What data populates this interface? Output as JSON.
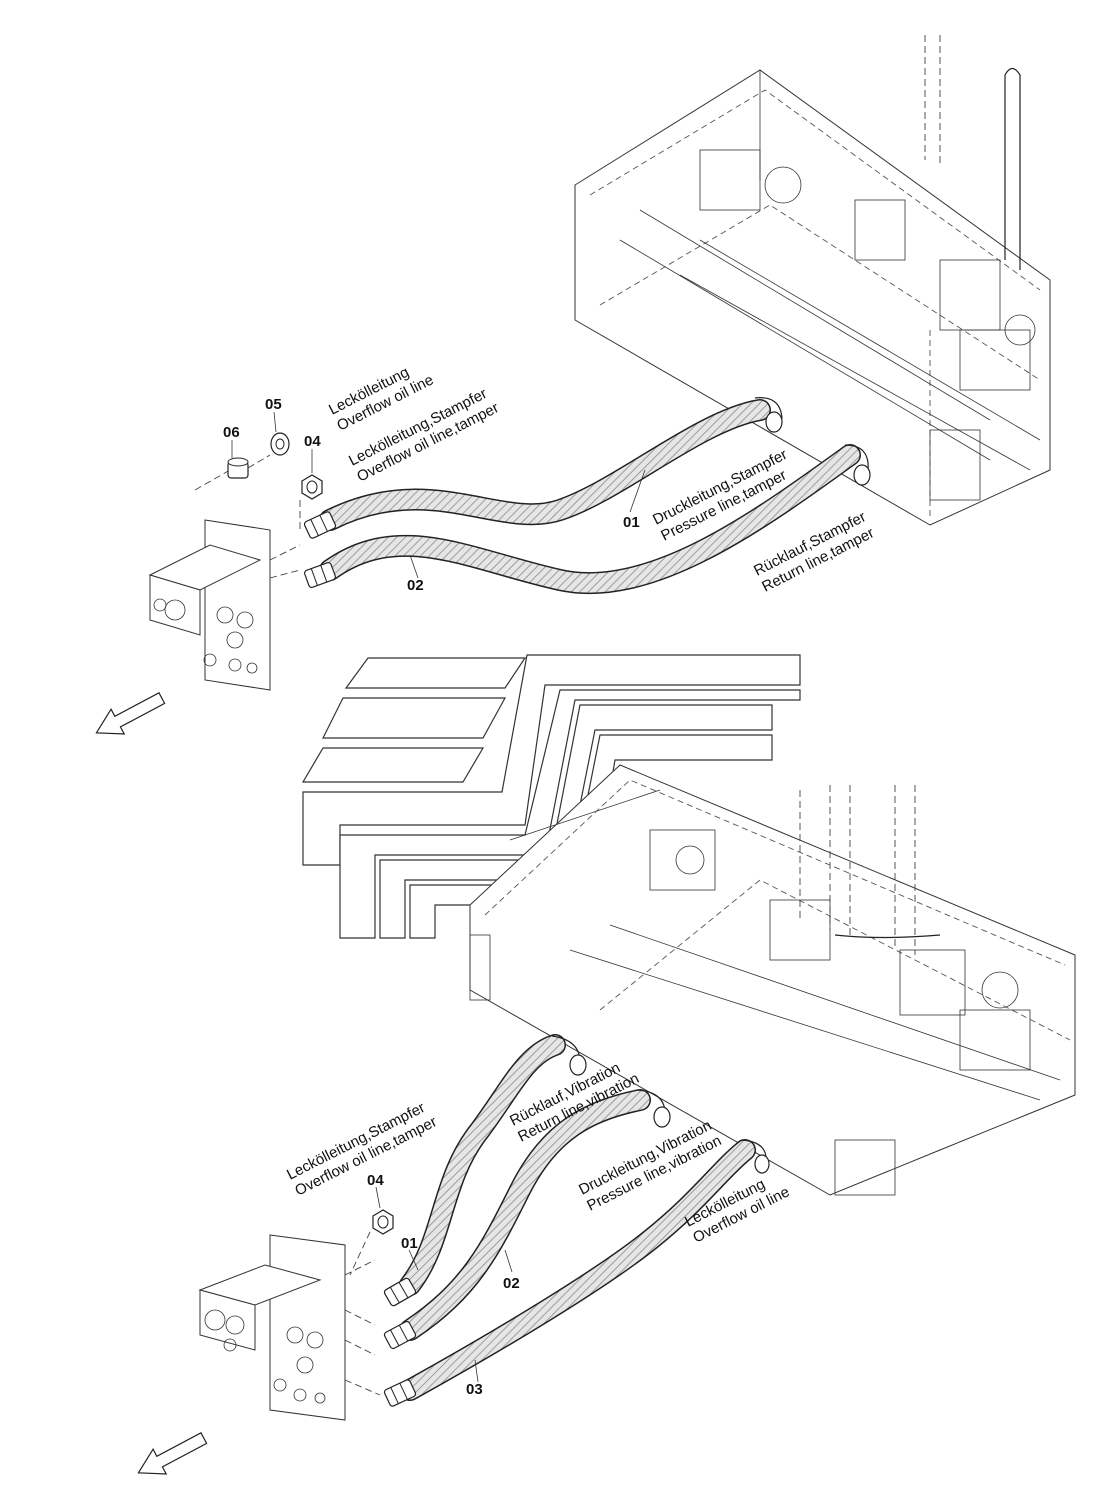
{
  "top_section": {
    "callouts": {
      "item_06": "06",
      "item_05": "05",
      "item_04": "04",
      "item_01": "01",
      "item_02": "02"
    },
    "labels": {
      "overflow_de": "Leckölleitung",
      "overflow_en": "Overflow oil line",
      "overflow_tamper_de": "Leckölleitung,Stampfer",
      "overflow_tamper_en": "Overflow oil line,tamper",
      "pressure_tamper_de": "Druckleitung,Stampfer",
      "pressure_tamper_en": "Pressure line,tamper",
      "return_tamper_de": "Rücklauf,Stampfer",
      "return_tamper_en": "Return line,tamper"
    }
  },
  "bottom_section": {
    "callouts": {
      "item_04": "04",
      "item_01": "01",
      "item_02": "02",
      "item_03": "03"
    },
    "labels": {
      "overflow_tamper_de": "Leckölleitung,Stampfer",
      "overflow_tamper_en": "Overflow oil line,tamper",
      "return_vibration_de": "Rücklauf,Vibration",
      "return_vibration_en": "Return line,vibration",
      "pressure_vibration_de": "Druckleitung,Vibration",
      "pressure_vibration_en": "Pressure line,vibration",
      "overflow_de": "Leckölleitung",
      "overflow_en": "Overflow oil line"
    }
  },
  "icons": {
    "direction_arrows": "arrow-down-left-icon",
    "company_logo": "dynapac-logo"
  },
  "colors": {
    "line": "#222222",
    "hose_fill": "#cfcfcf",
    "background": "#ffffff"
  }
}
